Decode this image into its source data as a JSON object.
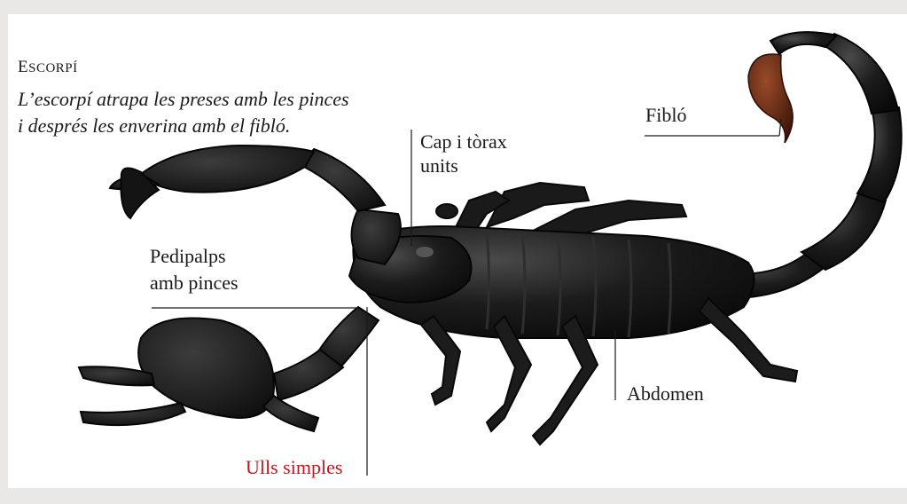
{
  "header": {
    "title": "Escorpí",
    "subtitle_line1": "L’escorpí atrapa les preses amb les pinces",
    "subtitle_line2": "i després les enverina amb el fibló."
  },
  "labels": {
    "fiblo": "Fibló",
    "cap_line1": "Cap i tòrax",
    "cap_line2": "units",
    "pedipalps_line1": "Pedipalps",
    "pedipalps_line2": "amb pinces",
    "abdomen": "Abdomen",
    "ulls": "Ulls simples"
  },
  "colors": {
    "page_bg": "#eae8e6",
    "card_bg": "#ffffff",
    "text": "#1a1a1a",
    "highlight_label": "#c8141c",
    "scorpion_body": "#141414",
    "stinger": "#6a2a16"
  }
}
